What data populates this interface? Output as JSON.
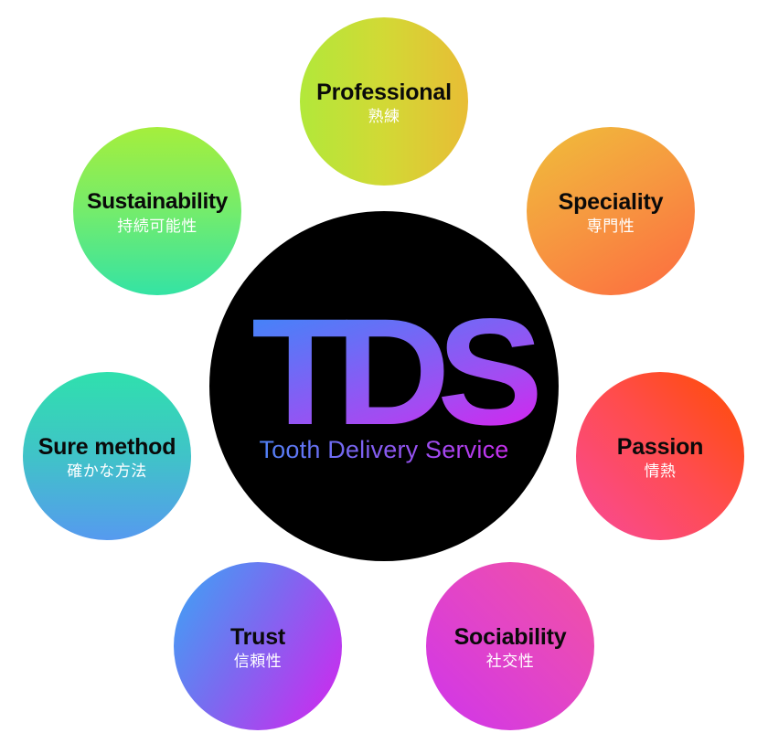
{
  "center": {
    "logo": "TDS",
    "tagline": "Tooth Delivery Service",
    "background_color": "#000000",
    "text_gradient": [
      "#2c92fa",
      "#a24cf2",
      "#ea14ee"
    ]
  },
  "values": [
    {
      "id": "professional",
      "en": "Professional",
      "ja": "熟練",
      "gradient": [
        "#b2e83a",
        "#e8bd35"
      ]
    },
    {
      "id": "speciality",
      "en": "Speciality",
      "ja": "専門性",
      "gradient": [
        "#efbe3a",
        "#fd6a40"
      ]
    },
    {
      "id": "passion",
      "en": "Passion",
      "ja": "情熱",
      "gradient": [
        "#ff4d00",
        "#f84a9a"
      ]
    },
    {
      "id": "sociability",
      "en": "Sociability",
      "ja": "社交性",
      "gradient": [
        "#f352a0",
        "#cf35ec"
      ]
    },
    {
      "id": "trust",
      "en": "Trust",
      "ja": "信頼性",
      "gradient": [
        "#3aa6f5",
        "#d722ee"
      ]
    },
    {
      "id": "sure-method",
      "en": "Sure method",
      "ja": "確かな方法",
      "gradient": [
        "#2fe0ad",
        "#569aef"
      ]
    },
    {
      "id": "sustainability",
      "en": "Sustainability",
      "ja": "持続可能性",
      "gradient": [
        "#a5ee3c",
        "#34e3a4"
      ]
    }
  ]
}
